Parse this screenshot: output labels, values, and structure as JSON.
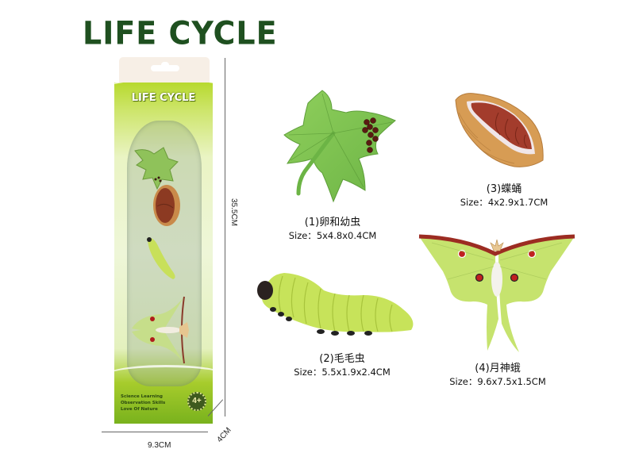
{
  "header": {
    "title": "LIFE CYCLE"
  },
  "package": {
    "title": "LIFE CYCLE",
    "taglines": [
      "Science Learning",
      "Observation Skills",
      "Love Of Nature"
    ],
    "age_badge": "4+"
  },
  "dimensions": {
    "height": "35.5CM",
    "width": "9.3CM",
    "depth": "4CM"
  },
  "items": [
    {
      "number": "(1)",
      "name": "卵和幼虫",
      "size_label": "Size：",
      "size": "5x4.8x0.4CM",
      "icon": "leaf-with-eggs-icon"
    },
    {
      "number": "(2)",
      "name": "毛毛虫",
      "size_label": "Size：",
      "size": "5.5x1.9x2.4CM",
      "icon": "caterpillar-icon"
    },
    {
      "number": "(3)",
      "name": "蝶蛹",
      "size_label": "Size：",
      "size": "4x2.9x1.7CM",
      "icon": "pupa-icon"
    },
    {
      "number": "(4)",
      "name": "月神蛾",
      "size_label": "Size：",
      "size": "9.6x7.5x1.5CM",
      "icon": "luna-moth-icon"
    }
  ],
  "colors": {
    "title_green": "#1f5020",
    "leaf_green": "#7fc452",
    "caterpillar_green": "#c4e35a",
    "moth_green": "#c5e37a",
    "pupa_brown": "#9a3b2a",
    "cocoon_tan": "#d8a45a"
  }
}
